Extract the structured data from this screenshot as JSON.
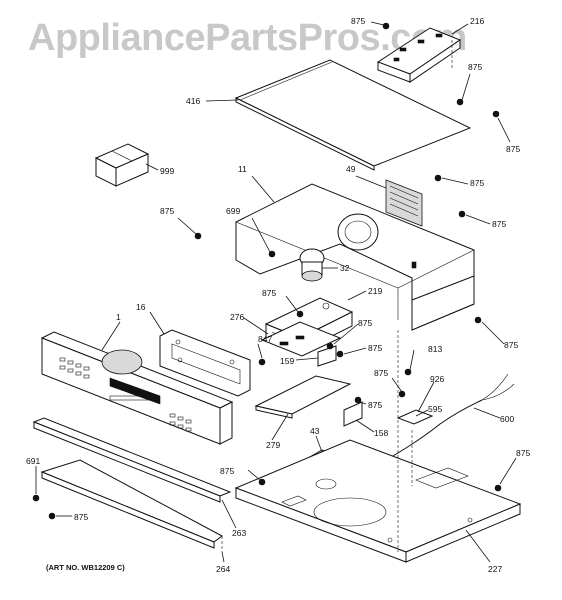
{
  "watermark": "AppliancePartsPros.com",
  "art_number": "(ART NO. WB12209 C)",
  "callouts": {
    "c875_a": "875",
    "c216": "216",
    "c875_b": "875",
    "c416": "416",
    "c875_c": "875",
    "c999": "999",
    "c11": "11",
    "c49": "49",
    "c875_d": "875",
    "c875_e": "875",
    "c699": "699",
    "c875_f": "875",
    "c32": "32",
    "c875_g": "875",
    "c219": "219",
    "c16": "16",
    "c276": "276",
    "c875_h": "875",
    "c1": "1",
    "c847": "847",
    "c875_i": "875",
    "c875_j": "875",
    "c159": "159",
    "c813": "813",
    "c875_k": "875",
    "c926": "926",
    "c875_l": "875",
    "c595": "595",
    "c600": "600",
    "c279": "279",
    "c158": "158",
    "c43": "43",
    "c691": "691",
    "c875_m": "875",
    "c875_n": "875",
    "c263": "263",
    "c875_o": "875",
    "c227": "227",
    "c264": "264"
  }
}
